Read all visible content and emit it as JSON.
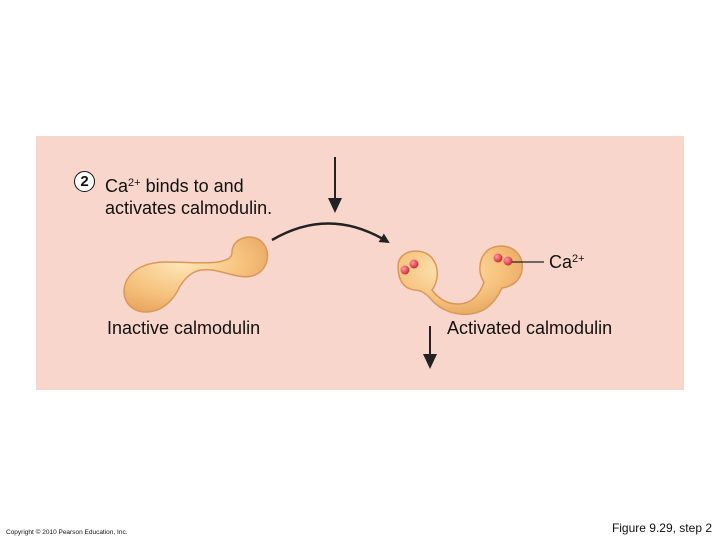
{
  "step": {
    "number": "2",
    "line1_prefix": "Ca",
    "line1_sup": "2+",
    "line1_suffix": " binds to and",
    "line2": "activates calmodulin."
  },
  "labels": {
    "inactive": "Inactive calmodulin",
    "activated": "Activated calmodulin",
    "ion_base": "Ca",
    "ion_sup": "2+"
  },
  "footer": {
    "copyright": "Copyright © 2010 Pearson Education, Inc.",
    "figure": "Figure 9.29, step 2"
  },
  "colors": {
    "panel": "#f8d6cc",
    "protein_fill": "#f6c37e",
    "protein_stroke": "#d9985a",
    "calcium_ion": "#e03a4a",
    "arrow": "#222222"
  },
  "icons": [
    "inactive-calmodulin-shape",
    "activated-calmodulin-shape",
    "calcium-ion-dot",
    "curved-arrow",
    "down-arrow"
  ]
}
